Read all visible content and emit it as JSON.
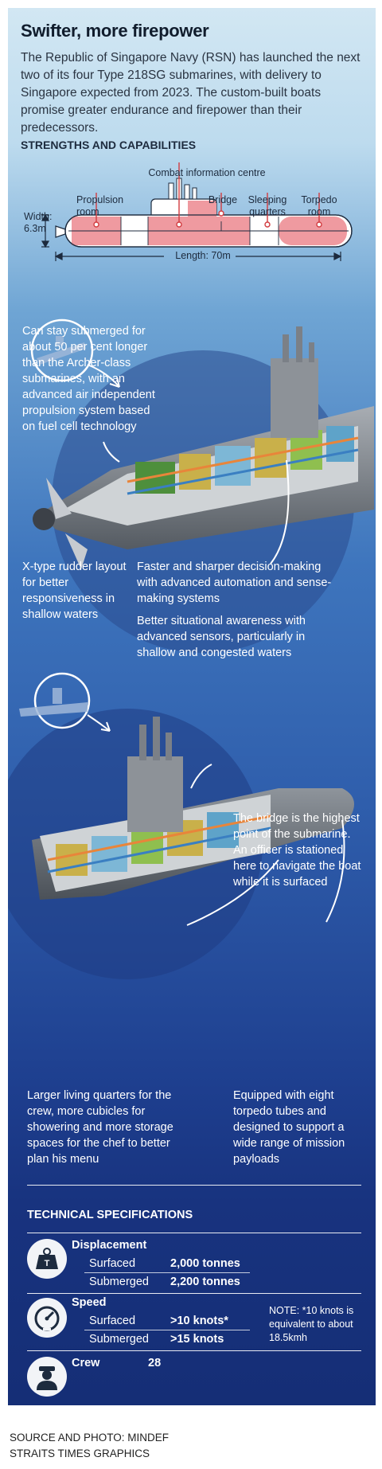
{
  "header": {
    "title": "Swifter, more firepower",
    "intro": "The Republic of Singapore Navy (RSN) has launched the next two of its four Type 218SG submarines, with delivery to Singapore expected from 2023. The custom-built boats promise greater endurance and firepower than their predecessors."
  },
  "strengths": {
    "heading": "STRENGTHS AND CAPABILITIES",
    "diagram": {
      "width_label": "Width:\n6.3m",
      "length_label": "Length: 70m",
      "sections": [
        {
          "label": "Propulsion\nroom"
        },
        {
          "label": "Combat information centre"
        },
        {
          "label": "Bridge"
        },
        {
          "label": "Sleeping\nquarters"
        },
        {
          "label": "Torpedo\nroom"
        }
      ]
    },
    "captions": {
      "submerged": "Can stay submerged for about 50 per cent longer than the Archer-class submarines, with an advanced air independent propulsion system based on fuel cell technology",
      "rudder": "X-type rudder layout for better responsiveness in shallow waters",
      "decision": "Faster and sharper decision-making with advanced automation and sense-making systems",
      "awareness": "Better situational awareness with advanced sensors, particularly in shallow and congested waters",
      "bridge": "The bridge is the highest point of the submarine. An officer is stationed here to navigate the boat while it is surfaced",
      "living": "Larger living quarters for the crew, more cubicles for showering and more storage spaces for the chef to better plan his menu",
      "torpedo": "Equipped with eight torpedo tubes and designed to support a wide range of mission payloads"
    }
  },
  "specs": {
    "heading": "TECHNICAL SPECIFICATIONS",
    "displacement": {
      "name": "Displacement",
      "icon": "weight-icon",
      "rows": [
        {
          "label": "Surfaced",
          "value": "2,000 tonnes"
        },
        {
          "label": "Submerged",
          "value": "2,200 tonnes"
        }
      ]
    },
    "speed": {
      "name": "Speed",
      "icon": "speedometer-icon",
      "rows": [
        {
          "label": "Surfaced",
          "value": ">10 knots*"
        },
        {
          "label": "Submerged",
          "value": ">15 knots"
        }
      ],
      "note": "NOTE: *10 knots is equivalent to about 18.5kmh"
    },
    "crew": {
      "name": "Crew",
      "icon": "sailor-icon",
      "value": "28"
    }
  },
  "footer": {
    "source": "SOURCE AND PHOTO: MINDEF\nSTRAITS TIMES GRAPHICS"
  },
  "colors": {
    "hull_pink": "#ef9aa0",
    "marker_red": "#d23b3f",
    "navy_text": "#1d2b3e",
    "deep_blue": "#152e76"
  }
}
